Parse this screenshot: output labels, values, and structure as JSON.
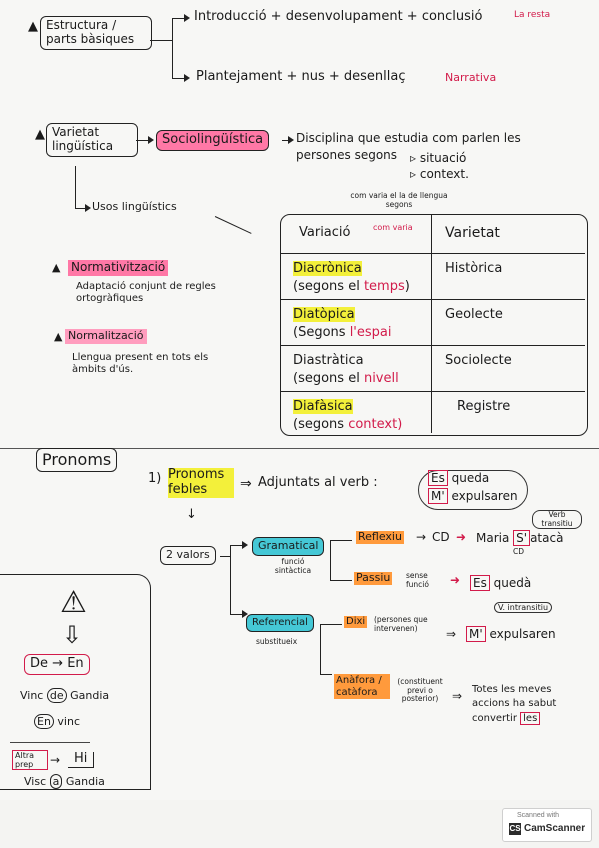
{
  "section1": {
    "structure_box": "Estructura / parts bàsiques",
    "row1": "Introducció + desenvolupament + conclusió",
    "row1_note": "La resta",
    "row2": "Plantejament + nus + desenllaç",
    "row2_note": "Narrativa"
  },
  "section2": {
    "variety_box": "Varietat lingüística",
    "socio": "Sociolingüística",
    "definition": "Disciplina que estudia com parlen les persones segons",
    "sub1": "situació",
    "sub2": "context.",
    "usos": "Usos lingüístics",
    "table_note": "com varia el la de llengua segons",
    "normativitzacio": "Normativització",
    "normativitzacio_def": "Adaptació conjunt de regles ortogràfiques",
    "normalitzacio": "Normalització",
    "normalitzacio_def": "Llengua present en tots els àmbits d'ús.",
    "table": {
      "head_left": "Variació",
      "head_left_note": "com varia",
      "head_right": "Varietat",
      "rows": [
        {
          "left": "Diacrònica",
          "sub_prefix": "(segons el",
          "sub_key": "temps",
          "sub_suffix": ")",
          "right": "Històrica"
        },
        {
          "left": "Diatòpica",
          "sub_prefix": "(Segons",
          "sub_key": "l'espai",
          "sub_suffix": "",
          "right": "Geolecte"
        },
        {
          "left": "Diastràtica",
          "sub_prefix": "(segons el",
          "sub_key": "nivell",
          "sub_suffix": "",
          "right": "Sociolecte"
        },
        {
          "left": "Diafàsica",
          "sub_prefix": "(segons",
          "sub_key": "context)",
          "sub_suffix": "",
          "right": "Registre"
        }
      ]
    }
  },
  "section3": {
    "title": "Pronoms",
    "item1_num": "1)",
    "item1": "Pronoms febles",
    "adjuntats": "Adjuntats al verb :",
    "ex1_tag": "Es",
    "ex1": "queda",
    "ex2_tag": "M'",
    "ex2": "expulsaren",
    "verb_trans": "Verb transitiu",
    "valors": "2 valors",
    "gramatical": "Gramatical",
    "gram_sub": "funció sintàctica",
    "reflexiu": "Reflexiu",
    "cd": "CD",
    "maria": "Maria",
    "maria_tag": "S'",
    "maria_verb": "atacà",
    "maria_sub": "CD",
    "passiu": "Passiu",
    "passiu_note": "sense funció",
    "es_tag": "Es",
    "es_verb": "quedà",
    "v_intrans": "V. intransitiu",
    "referencial": "Referencial",
    "ref_sub": "substitueix",
    "deixi": "Dixi",
    "deixi_note": "(persones que intervenen)",
    "m_tag": "M'",
    "m_verb": "expulsaren",
    "anafora": "Anàfora / catàfora",
    "anafora_note": "(constituent previ o posterior)",
    "tot_line1": "Totes les meves",
    "tot_line2": "accions ha sabut",
    "tot_line3": "convertir",
    "tot_tag": "les",
    "left_de": "De",
    "left_en": "En",
    "vinc1_a": "Vinc",
    "vinc1_b": "de",
    "vinc1_c": "Gandia",
    "vinc2_a": "En",
    "vinc2_b": "vinc",
    "altra": "Altra prep",
    "hi": "Hi",
    "visc_a": "Visc",
    "visc_b": "a",
    "visc_c": "Gandia"
  },
  "footer": {
    "scanned": "Scanned with",
    "brand": "CamScanner",
    "logo": "CS"
  }
}
